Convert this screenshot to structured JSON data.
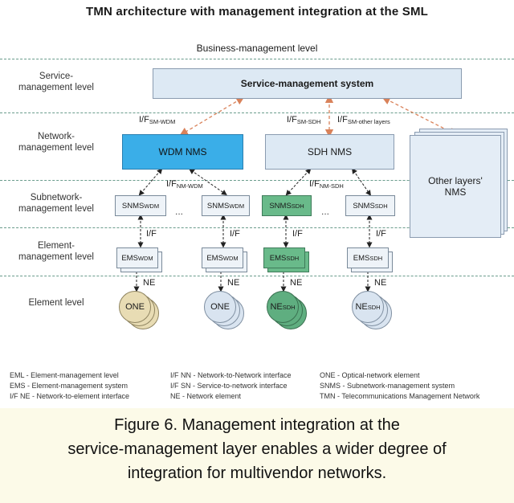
{
  "title": "TMN architecture with management integration at the SML",
  "business_level": "Business-management level",
  "levels": {
    "service": [
      "Service-",
      "management level"
    ],
    "network": [
      "Network-",
      "management level"
    ],
    "subnetwork": [
      "Subnetwork-",
      "management level"
    ],
    "element_mgmt": [
      "Element-",
      "management level"
    ],
    "element": [
      "Element level"
    ]
  },
  "nodes": {
    "sms": "Service-management system",
    "wdm_nms": "WDM NMS",
    "sdh_nms": "SDH NMS",
    "other_nms": [
      "Other layers'",
      "NMS"
    ],
    "snms": [
      {
        "base": "SNMS",
        "sub": "WDM"
      },
      {
        "base": "SNMS",
        "sub": "WDM"
      },
      {
        "base": "SNMS",
        "sub": "SDH"
      },
      {
        "base": "SNMS",
        "sub": "SDH"
      }
    ],
    "ems": [
      {
        "base": "EMS",
        "sub": "WDM"
      },
      {
        "base": "EMS",
        "sub": "WDM"
      },
      {
        "base": "EMS",
        "sub": "SDH"
      },
      {
        "base": "EMS",
        "sub": "SDH"
      }
    ],
    "ne": [
      {
        "base": "ONE",
        "sub": ""
      },
      {
        "base": "ONE",
        "sub": ""
      },
      {
        "base": "NE",
        "sub": "SDH"
      },
      {
        "base": "NE",
        "sub": "SDH"
      }
    ]
  },
  "interfaces": {
    "sm_wdm": {
      "base": "I/F",
      "sub": "SM-WDM"
    },
    "sm_sdh": {
      "base": "I/F",
      "sub": "SM-SDH"
    },
    "sm_other": {
      "base": "I/F",
      "sub": "SM-other layers"
    },
    "nm_wdm": {
      "base": "I/F",
      "sub": "NM-WDM"
    },
    "nm_sdh": {
      "base": "I/F",
      "sub": "NM-SDH"
    },
    "if": "I/F",
    "ne": "NE"
  },
  "dots": "...",
  "legend": [
    "EML - Element-management level",
    "EMS - Element-management system",
    "I/F NE - Network-to-element interface",
    "I/F NN - Network-to-Network interface",
    "I/F SN - Service-to-network interface",
    "NE - Network element",
    "ONE - Optical-network element",
    "SNMS - Subnetwork-management system",
    "TMN - Telecommunications Management Network"
  ],
  "caption": [
    "Figure 6. Management integration at the",
    "service-management layer enables a wider degree of",
    "integration for multivendor networks."
  ],
  "colors": {
    "wdm_blue": "#3aaee8",
    "sdh_green": "#69ba8a",
    "one_tan": "#e8dcb4",
    "sm_link": "#d9825a",
    "caption_bg": "#fcfae8"
  }
}
